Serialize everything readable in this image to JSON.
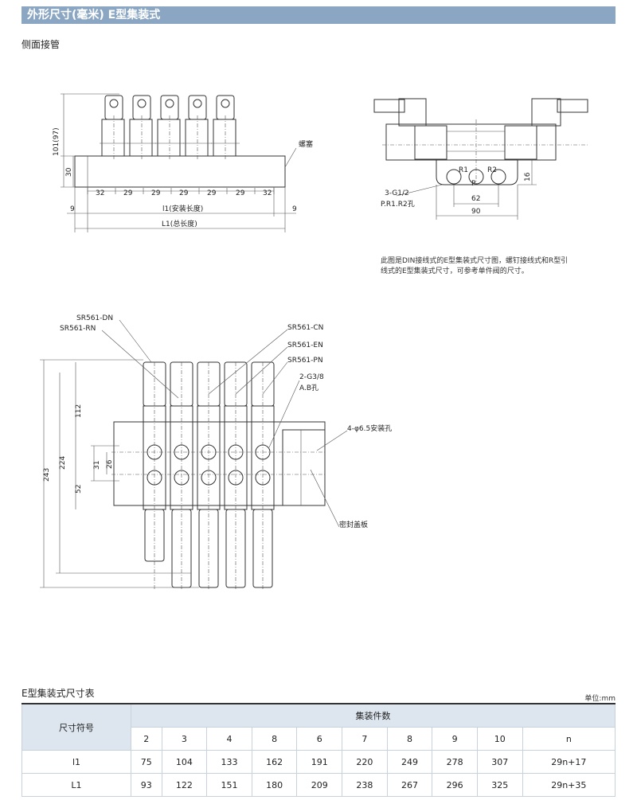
{
  "header": {
    "title": "外形尺寸(毫米)   E型集装式"
  },
  "side_view": {
    "label": "侧面接管",
    "dim_vertical": [
      "101(97)",
      "30"
    ],
    "plug_label": "螺塞",
    "pitches": [
      "32",
      "29",
      "29",
      "29",
      "29",
      "29",
      "32"
    ],
    "margin_left": "9",
    "margin_right": "9",
    "l1_label": "l1(安装长度)",
    "L1_label": "L1(总长度)"
  },
  "end_view": {
    "ports": [
      "R1",
      "R2",
      "P"
    ],
    "thread_label": "3-G1/2",
    "port_label": "P.R1.R2孔",
    "dim_62": "62",
    "dim_90": "90",
    "dim_16": "16"
  },
  "note": "此图是DIN接线式的E型集装式尺寸图，螺钉接线式和R型引线式的E型集装式尺寸，可参考单件阀的尺寸。",
  "top_view": {
    "callouts_left": [
      "SR561-DN",
      "SR561-RN"
    ],
    "callouts_right": [
      "SR561-CN",
      "SR561-EN",
      "SR561-PN",
      "2-G3/8",
      "A.B孔",
      "4-φ6.5安装孔",
      "密封盖板"
    ],
    "dims_vertical": [
      "243",
      "224",
      "112",
      "52",
      "31",
      "26"
    ]
  },
  "table": {
    "caption": "E型集装式尺寸表",
    "unit": "单位:mm",
    "row_header": "尺寸符号",
    "group_header": "集装件数",
    "columns": [
      "2",
      "3",
      "4",
      "8",
      "6",
      "7",
      "8",
      "9",
      "10",
      "n"
    ],
    "rows": [
      {
        "name": "l1",
        "values": [
          "75",
          "104",
          "133",
          "162",
          "191",
          "220",
          "249",
          "278",
          "307",
          "29n+17"
        ]
      },
      {
        "name": "L1",
        "values": [
          "93",
          "122",
          "151",
          "180",
          "209",
          "238",
          "267",
          "296",
          "325",
          "29n+35"
        ]
      }
    ]
  }
}
